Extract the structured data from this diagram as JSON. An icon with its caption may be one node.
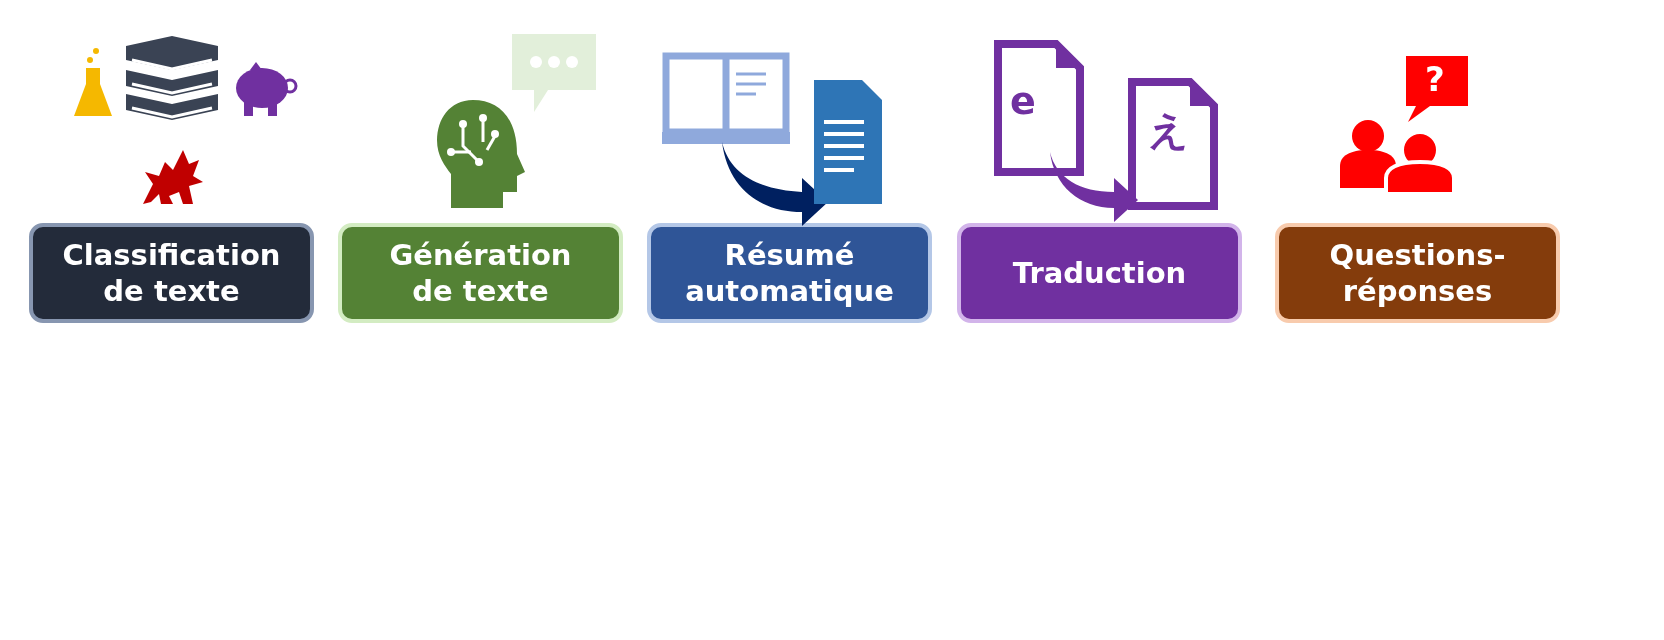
{
  "diagram": {
    "nodes": [
      {
        "text": [
          "Classification de texte"
        ]
      },
      {
        "text": [
          "Génération de texte"
        ]
      },
      {
        "text": [
          "Résumé automatique"
        ]
      },
      {
        "text": [
          "Traduction"
        ]
      },
      {
        "text": [
          "Questions-réponses"
        ]
      }
    ],
    "labels": [
      "e",
      "え",
      "?"
    ]
  }
}
